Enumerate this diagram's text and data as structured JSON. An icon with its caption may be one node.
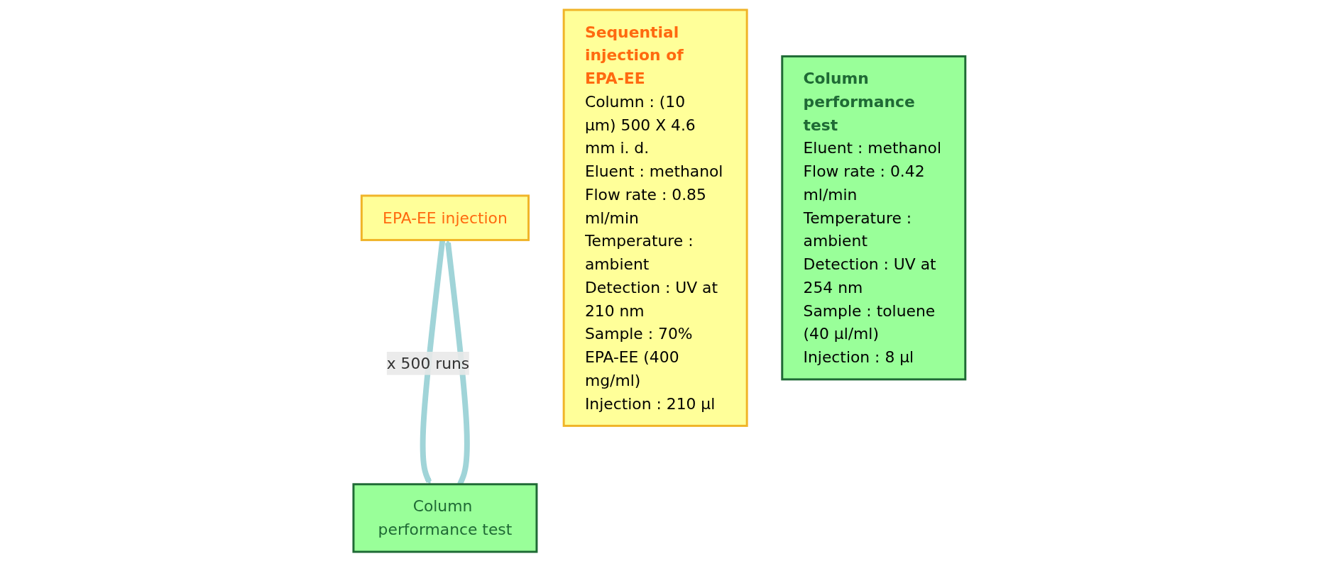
{
  "diagram": {
    "nodes": [
      {
        "text": [
          "EPA-EE injection"
        ]
      },
      {
        "text": [
          "Column performance test"
        ]
      },
      {
        "text": [
          "Sequential injection of EPA-EE",
          "Column : (10 µm) 500 X 4.6 mm i. d.",
          "Eluent : methanol",
          "Flow rate : 0.85 ml/min",
          "Temperature : ambient",
          "Detection : UV at 210 nm",
          "Sample : 70% EPA-EE (400 mg/ml)",
          "Injection : 210 µl"
        ]
      },
      {
        "text": [
          "Column performance test",
          "Eluent : methanol",
          "Flow rate : 0.42 ml/min",
          "Temperature : ambient",
          "Detection : UV at 254 nm",
          "Sample : toluene (40 µl/ml)",
          "Injection : 8 µl"
        ]
      }
    ],
    "edges": [
      {
        "from": 0,
        "to": 1,
        "arrow": "to",
        "label": "x 500 runs"
      },
      {
        "from": 1,
        "to": 0,
        "arrow": "to"
      }
    ]
  }
}
